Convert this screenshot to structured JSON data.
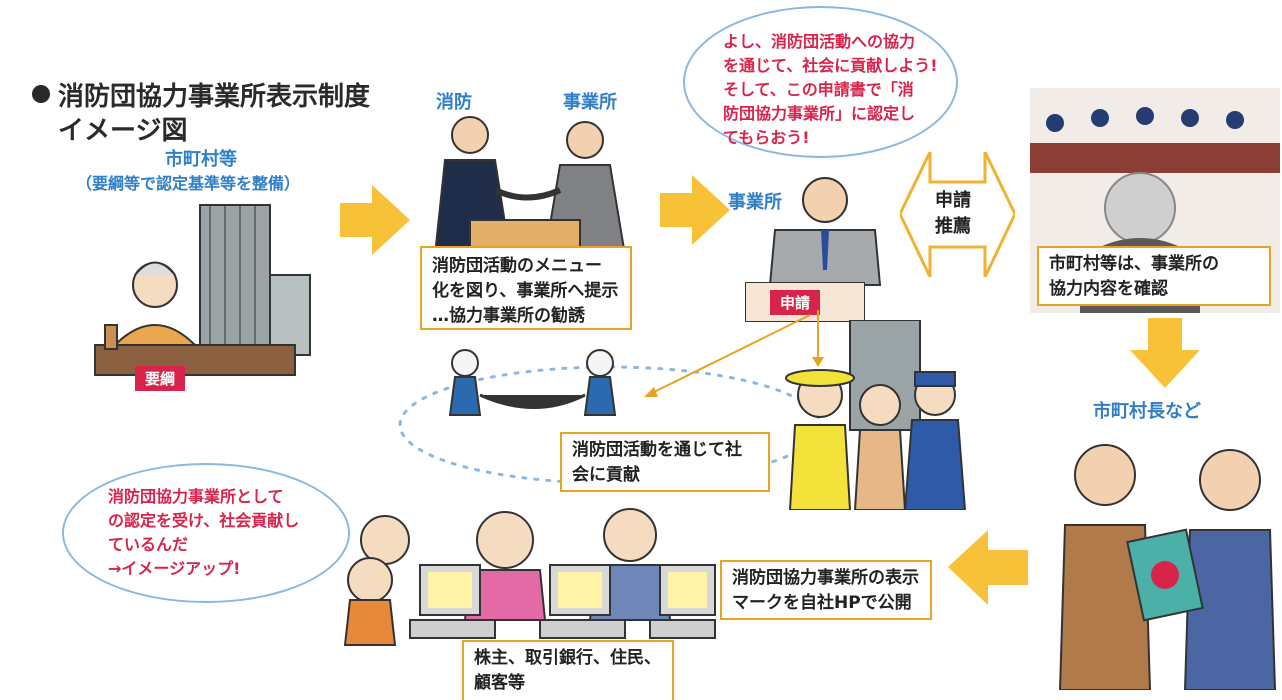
{
  "title": {
    "line1": "消防団協力事業所表示制度",
    "line2": "イメージ図"
  },
  "municipality": {
    "label": "市町村等",
    "sub": "（要綱等で認定基準等を整備）",
    "paper": "要綱"
  },
  "handshake": {
    "left": "消防",
    "right": "事業所"
  },
  "box_menu": {
    "l1": "消防団活動のメニュー",
    "l2": "化を図り、事業所へ提示",
    "l3": "…協力事業所の勧誘"
  },
  "speech_top": {
    "l1": "よし、消防団活動への協力",
    "l2": "を通じて、社会に貢献しよう!",
    "l3": "そして、この申請書で「消",
    "l4": "防団協力事業所」に認定し",
    "l5": "てもらおう!"
  },
  "office": {
    "label": "事業所",
    "apply": "申請"
  },
  "arrow_double": {
    "l1": "申請",
    "l2": "推薦"
  },
  "box_confirm": {
    "l1": "市町村等は、事業所の",
    "l2": "協力内容を確認"
  },
  "mayor": {
    "label": "市町村長など"
  },
  "box_contribute": {
    "l1": "消防団活動を通じて社",
    "l2": "会に貢献"
  },
  "speech_left": {
    "l1": "消防団協力事業所として",
    "l2": "の認定を受け、社会貢献し",
    "l3": "ているんだ",
    "l4": "→イメージアップ!"
  },
  "box_mark": {
    "l1": "消防団協力事業所の表示",
    "l2": "マークを自社HPで公開"
  },
  "box_audience": {
    "l1": "株主、取引銀行、住民、",
    "l2": "顧客等"
  },
  "colors": {
    "arrow": "#f8c238",
    "box_border": "#e5a422",
    "blue": "#2f7fc8",
    "red": "#d8234a"
  }
}
